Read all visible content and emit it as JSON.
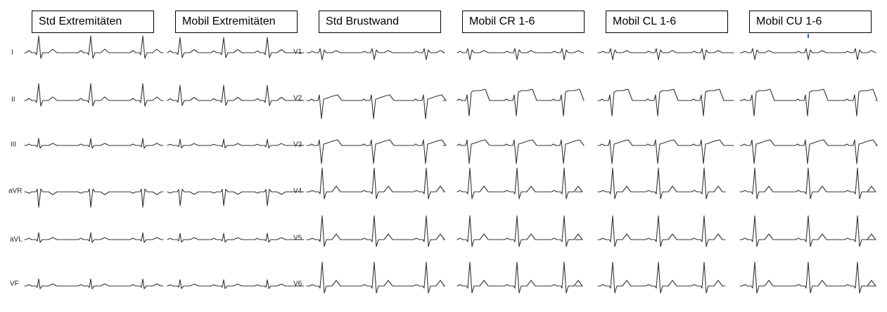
{
  "headers": [
    {
      "label": "Std Extremitäten"
    },
    {
      "label": "Mobil Extremitäten"
    },
    {
      "label": "Std Brustwand"
    },
    {
      "label": "Mobil CR 1-6"
    },
    {
      "label": "Mobil CL 1-6"
    },
    {
      "label": "Mobil CU 1-6"
    }
  ],
  "leads_limb": [
    "I",
    "II",
    "III",
    "aVR",
    "aVL",
    "VF"
  ],
  "leads_chest": [
    "V1",
    "V2",
    "V3",
    "V4",
    "V5",
    "V6"
  ],
  "colors": {
    "trace": "#333333",
    "box_border": "#000000",
    "accent_mark": "#3a5fcd"
  }
}
